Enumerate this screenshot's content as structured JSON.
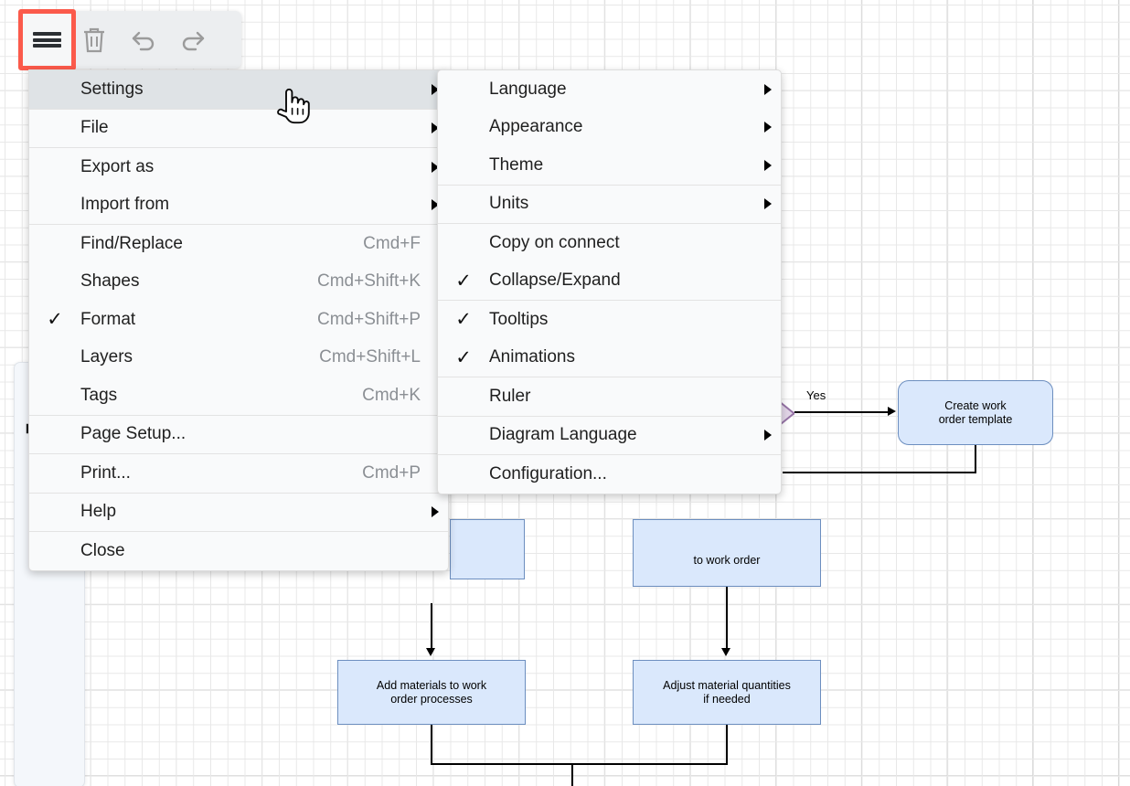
{
  "app": {
    "name": "diagram-editor",
    "accent_highlight": "#fb5a4b",
    "menu_bg": "#f9fafb",
    "menu_active_bg": "#dfe3e6",
    "node_fill": "#dae8fc",
    "node_stroke": "#6c8ebf",
    "decision_fill": "#e1d5e7",
    "decision_stroke": "#9673a6",
    "canvas_bg": "#ffffff",
    "grid_minor": "#e8e8e8",
    "grid_major": "#d0d0d0"
  },
  "toolbar": {
    "buttons": [
      {
        "name": "menu-button",
        "icon": "hamburger-icon",
        "label": "Menu",
        "highlighted": true
      },
      {
        "name": "delete-button",
        "icon": "trash-icon",
        "label": "Delete",
        "highlighted": false
      },
      {
        "name": "undo-button",
        "icon": "undo-icon",
        "label": "Undo",
        "highlighted": false
      },
      {
        "name": "redo-button",
        "icon": "redo-icon",
        "label": "Redo",
        "highlighted": false
      }
    ]
  },
  "main_menu": {
    "items": [
      {
        "label": "Settings",
        "shortcut": "",
        "submenu": true,
        "checked": false,
        "active": true,
        "sep_after": true
      },
      {
        "label": "File",
        "shortcut": "",
        "submenu": true,
        "checked": false,
        "active": false,
        "sep_after": true
      },
      {
        "label": "Export as",
        "shortcut": "",
        "submenu": true,
        "checked": false,
        "active": false,
        "sep_after": false
      },
      {
        "label": "Import from",
        "shortcut": "",
        "submenu": true,
        "checked": false,
        "active": false,
        "sep_after": true
      },
      {
        "label": "Find/Replace",
        "shortcut": "Cmd+F",
        "submenu": false,
        "checked": false,
        "active": false,
        "sep_after": false
      },
      {
        "label": "Shapes",
        "shortcut": "Cmd+Shift+K",
        "submenu": false,
        "checked": false,
        "active": false,
        "sep_after": false
      },
      {
        "label": "Format",
        "shortcut": "Cmd+Shift+P",
        "submenu": false,
        "checked": true,
        "active": false,
        "sep_after": false
      },
      {
        "label": "Layers",
        "shortcut": "Cmd+Shift+L",
        "submenu": false,
        "checked": false,
        "active": false,
        "sep_after": false
      },
      {
        "label": "Tags",
        "shortcut": "Cmd+K",
        "submenu": false,
        "checked": false,
        "active": false,
        "sep_after": true
      },
      {
        "label": "Page Setup...",
        "shortcut": "",
        "submenu": false,
        "checked": false,
        "active": false,
        "sep_after": true
      },
      {
        "label": "Print...",
        "shortcut": "Cmd+P",
        "submenu": false,
        "checked": false,
        "active": false,
        "sep_after": true
      },
      {
        "label": "Help",
        "shortcut": "",
        "submenu": true,
        "checked": false,
        "active": false,
        "sep_after": true
      },
      {
        "label": "Close",
        "shortcut": "",
        "submenu": false,
        "checked": false,
        "active": false,
        "sep_after": false
      }
    ]
  },
  "settings_submenu": {
    "items": [
      {
        "label": "Language",
        "submenu": true,
        "checked": false,
        "sep_after": false
      },
      {
        "label": "Appearance",
        "submenu": true,
        "checked": false,
        "sep_after": false
      },
      {
        "label": "Theme",
        "submenu": true,
        "checked": false,
        "sep_after": true
      },
      {
        "label": "Units",
        "submenu": true,
        "checked": false,
        "sep_after": true
      },
      {
        "label": "Copy on connect",
        "submenu": false,
        "checked": false,
        "sep_after": false
      },
      {
        "label": "Collapse/Expand",
        "submenu": false,
        "checked": true,
        "sep_after": true
      },
      {
        "label": "Tooltips",
        "submenu": false,
        "checked": true,
        "sep_after": false
      },
      {
        "label": "Animations",
        "submenu": false,
        "checked": true,
        "sep_after": true
      },
      {
        "label": "Ruler",
        "submenu": false,
        "checked": false,
        "sep_after": true
      },
      {
        "label": "Diagram Language",
        "submenu": true,
        "checked": false,
        "sep_after": true
      },
      {
        "label": "Configuration...",
        "submenu": false,
        "checked": false,
        "sep_after": false
      }
    ]
  },
  "shape_panel": {
    "entries": [
      {
        "icon": "arrow-shape-icon",
        "key": "C"
      },
      {
        "icon": "freehand-pencil-icon",
        "key": "X"
      }
    ]
  },
  "diagram": {
    "nodes": [
      {
        "name": "node-create-work-order-template",
        "text": "Create work\norder template",
        "line1": "Create work",
        "line2": "order template"
      },
      {
        "name": "node-to-work-order",
        "text": "to work order",
        "line1": "",
        "line2": "to work order"
      },
      {
        "name": "node-add-materials",
        "text": "Add materials to work\norder processes",
        "line1": "Add materials to work",
        "line2": "order processes"
      },
      {
        "name": "node-adjust-quantities",
        "text": "Adjust material quantities\nif needed",
        "line1": "Adjust material quantities",
        "line2": "if needed"
      }
    ],
    "edge_labels": [
      {
        "name": "edge-label-yes",
        "text": "Yes"
      }
    ]
  },
  "cursor": {
    "type": "pointing-hand-cursor"
  }
}
